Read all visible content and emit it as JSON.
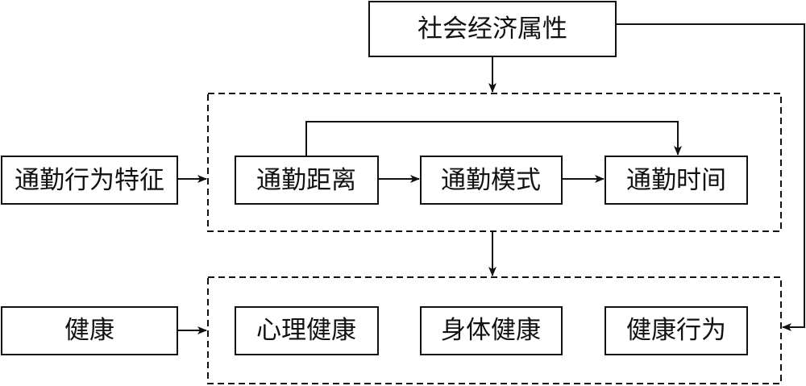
{
  "nodes": {
    "socioeconomic": "社会经济属性",
    "commute_behavior": "通勤行为特征",
    "commute_distance": "通勤距离",
    "commute_mode": "通勤模式",
    "commute_time": "通勤时间",
    "health": "健康",
    "mental_health": "心理健康",
    "physical_health": "身体健康",
    "health_behavior": "健康行为"
  }
}
